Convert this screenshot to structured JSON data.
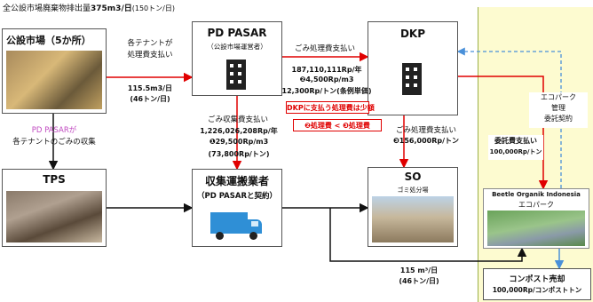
{
  "header": {
    "prefix": "全公設市場廃棄物排出量",
    "amount": "375m3/日",
    "suffix": "(150トン/日)"
  },
  "market": {
    "title": "公設市場（5か所）"
  },
  "pd_pasar": {
    "title": "PD PASAR",
    "subtitle": "（公設市場運営者）"
  },
  "dkp": {
    "title": "DKP"
  },
  "tps": {
    "title": "TPS"
  },
  "collector": {
    "title": "収集運搬業者",
    "subtitle": "（PD PASARと契約）"
  },
  "so": {
    "title": "SO",
    "caption": "ゴミ処分場"
  },
  "ecopark_panel": {
    "company": "Beetle Organik Indonesia",
    "name": "エコパーク",
    "mgmt_line1": "エコパーク",
    "mgmt_line2": "管理",
    "mgmt_line3": "委託契約",
    "fee_title": "委託費支払い",
    "fee_value": "100,000Rp/トン",
    "compost_title": "コンポスト売却",
    "compost_value": "100,000Rp/コンポストトン"
  },
  "flows": {
    "market_to_pd_l1": "各テナントが",
    "market_to_pd_l2": "処理費支払い",
    "market_to_pd_l3": "115.5m3/日",
    "market_to_pd_l4": "(46トン/日)",
    "pd_to_dkp_title": "ごみ処理費支払い",
    "pd_to_dkp_l1": "187,110,111Rp/年",
    "pd_to_dkp_l2": "❷4,500Rp/m3",
    "pd_to_dkp_l3": "12,300Rp/トン(条例単価)",
    "collect_title": "ごみ収集費支払い",
    "collect_l1": "1,226,026,208Rp/年",
    "collect_l2": "❶29,500Rp/m3",
    "collect_l3": "(73,800Rp/トン)",
    "dkp_to_so_title": "ごみ処理費支払い",
    "dkp_to_so_l1": "❸156,000Rp/トン",
    "pd_collect_l1": "PD PASARが",
    "pd_collect_l2": "各テナントのごみの収集",
    "waste_l1": "115 m³/日",
    "waste_l2": "(46トン/日)"
  },
  "notes": {
    "note1": "DKPに支払う処理費は少額",
    "note2": "❷処理費 < ❸処理費"
  }
}
